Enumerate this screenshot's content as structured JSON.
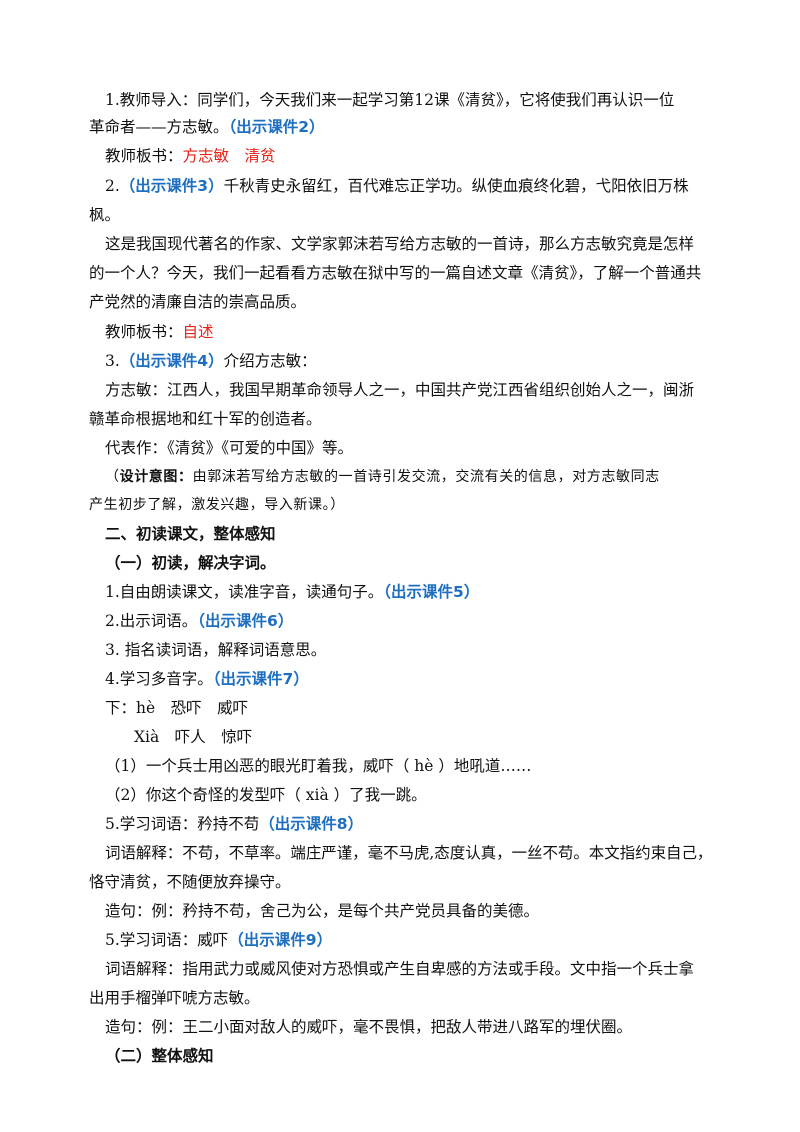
{
  "colors": {
    "accent_blue": "#1f6fc1",
    "accent_red": "#e2231a",
    "text": "#111111"
  },
  "lines": {
    "l1": "1.教师导入：同学们，今天我们来一起学习第12课《清贫》，它将使我们再认识一位",
    "l2a": "革命者——方志敏。",
    "l2b": "（出示课件2）",
    "l3a": "教师板书：",
    "l3b": "方志敏　清贫",
    "l4a": "2.",
    "l4b": "（出示课件3）",
    "l4c": "千秋青史永留红，百代难忘正学功。纵使血痕终化碧，弋阳依旧万株",
    "l5": "枫。",
    "l6": "这是我国现代著名的作家、文学家郭沫若写给方志敏的一首诗，那么方志敏究竟是怎样",
    "l7": "的一个人？今天，我们一起看看方志敏在狱中写的一篇自述文章《清贫》，了解一个普通共",
    "l8": "产党然的清廉自洁的崇高品质。",
    "l9a": "教师板书：",
    "l9b": "自述",
    "l10a": "3.",
    "l10b": "（出示课件4）",
    "l10c": "介绍方志敏：",
    "l11": "方志敏：江西人，我国早期革命领导人之一，中国共产党江西省组织创始人之一，闽浙",
    "l12": "赣革命根据地和红十军的创造者。",
    "l13": "代表作：《清贫》《可爱的中国》等。",
    "l14a": "（",
    "l14b": "设计意图：",
    "l14c": "由郭沫若写给方志敏的一首诗引发交流，交流有关的信息，对方志敏同志",
    "l15": "产生初步了解，激发兴趣，导入新课。）",
    "l16": "二、初读课文，整体感知",
    "l17": "（一）初读，解决字词。",
    "l18a": "1.自由朗读课文，读准字音，读通句子。",
    "l18b": "（出示课件5）",
    "l19a": "2.出示词语。",
    "l19b": "（出示课件6）",
    "l20": "3. 指名读词语，解释词语意思。",
    "l21a": "4.学习多音字。",
    "l21b": "（出示课件7）",
    "l22": "下：hè　恐吓　威吓",
    "l23": "Xià　吓人　惊吓",
    "l24": "（1）一个兵士用凶恶的眼光盯着我，威吓（ hè ）地吼道……",
    "l25": "（2）你这个奇怪的发型吓（ xià ）了我一跳。",
    "l26a": "5.学习词语：矜持不苟",
    "l26b": "（出示课件8）",
    "l27": "词语解释：不苟，不草率。端庄严谨，毫不马虎,态度认真，一丝不苟。本文指约束自己，",
    "l28": "恪守清贫，不随便放弃操守。",
    "l29": "造句：例：矜持不苟，舍己为公，是每个共产党员具备的美德。",
    "l30a": "5.学习词语：威吓",
    "l30b": "（出示课件9）",
    "l31": "词语解释：指用武力或威风使对方恐惧或产生自卑感的方法或手段。文中指一个兵士拿",
    "l32": "出用手榴弹吓唬方志敏。",
    "l33": "造句：例：王二小面对敌人的威吓，毫不畏惧，把敌人带进八路军的埋伏圈。",
    "l34": "（二）整体感知"
  }
}
